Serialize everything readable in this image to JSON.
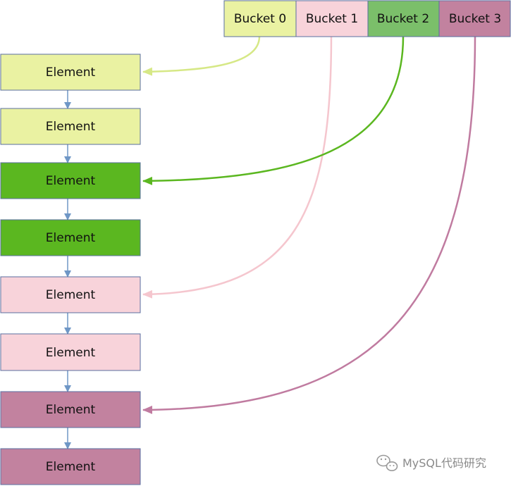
{
  "buckets": [
    {
      "label": "Bucket 0",
      "fill": "#eaf2a2",
      "link_color": "#d6e886"
    },
    {
      "label": "Bucket 1",
      "fill": "#f8d3da",
      "link_color": "#f5c6ce"
    },
    {
      "label": "Bucket 2",
      "fill": "#7bbf6a",
      "link_color": "#5bb720"
    },
    {
      "label": "Bucket 3",
      "fill": "#c2829f",
      "link_color": "#c07ba0"
    }
  ],
  "elements": [
    {
      "label": "Element",
      "fill": "#eaf2a2"
    },
    {
      "label": "Element",
      "fill": "#eaf2a2"
    },
    {
      "label": "Element",
      "fill": "#5bb720"
    },
    {
      "label": "Element",
      "fill": "#5bb720"
    },
    {
      "label": "Element",
      "fill": "#f8d3da"
    },
    {
      "label": "Element",
      "fill": "#f8d3da"
    },
    {
      "label": "Element",
      "fill": "#c2829f"
    },
    {
      "label": "Element",
      "fill": "#c2829f"
    }
  ],
  "colors": {
    "box_stroke": "#5a6fa0",
    "chain_arrow": "#6f97c6"
  },
  "watermark": {
    "text": "MySQL代码研究",
    "icon": "wechat-icon"
  }
}
